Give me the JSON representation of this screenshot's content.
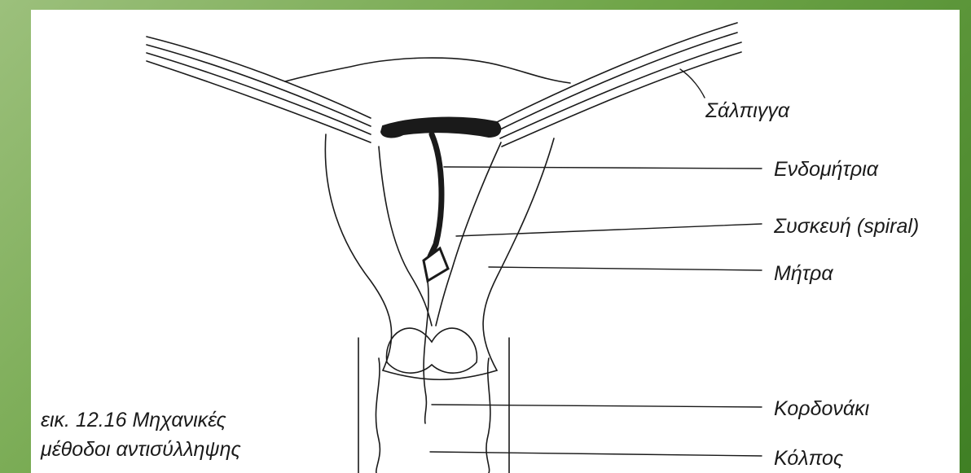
{
  "diagram": {
    "labels": {
      "salpinx": "Σάλπιγγα",
      "endometrium": "Ενδομήτρια",
      "device": "Συσκευή (spiral)",
      "uterus": "Μήτρα",
      "string": "Κορδονάκι",
      "vagina": "Κόλπος"
    },
    "caption": {
      "line1": "εικ. 12.16   Μηχανικές",
      "line2": "μέθοδοι αντισύλληψης"
    }
  },
  "colors": {
    "background_green": "#6fa548",
    "panel": "#ffffff",
    "ink": "#1a1a1a"
  }
}
